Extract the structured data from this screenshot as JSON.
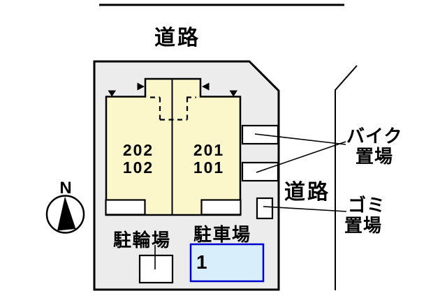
{
  "compass": {
    "north_label": "N"
  },
  "roads": {
    "top_label": "道路",
    "right_label": "道路"
  },
  "building": {
    "unit_left": {
      "upper": "202",
      "lower": "102"
    },
    "unit_right": {
      "upper": "201",
      "lower": "101"
    }
  },
  "areas": {
    "bike_parking": {
      "line1": "バイク",
      "line2": "置場"
    },
    "garbage": {
      "line1": "ゴミ",
      "line2": "置場"
    },
    "bicycle_parking_label": "駐輪場",
    "car_parking_label": "駐車場",
    "parking_space_number": "1"
  },
  "colors": {
    "plot_fill": "#ECECEC",
    "building_fill": "#FBF7CB",
    "parking_fill": "#D9EEFB",
    "parking_border": "#0000CC",
    "outline": "#000000"
  }
}
